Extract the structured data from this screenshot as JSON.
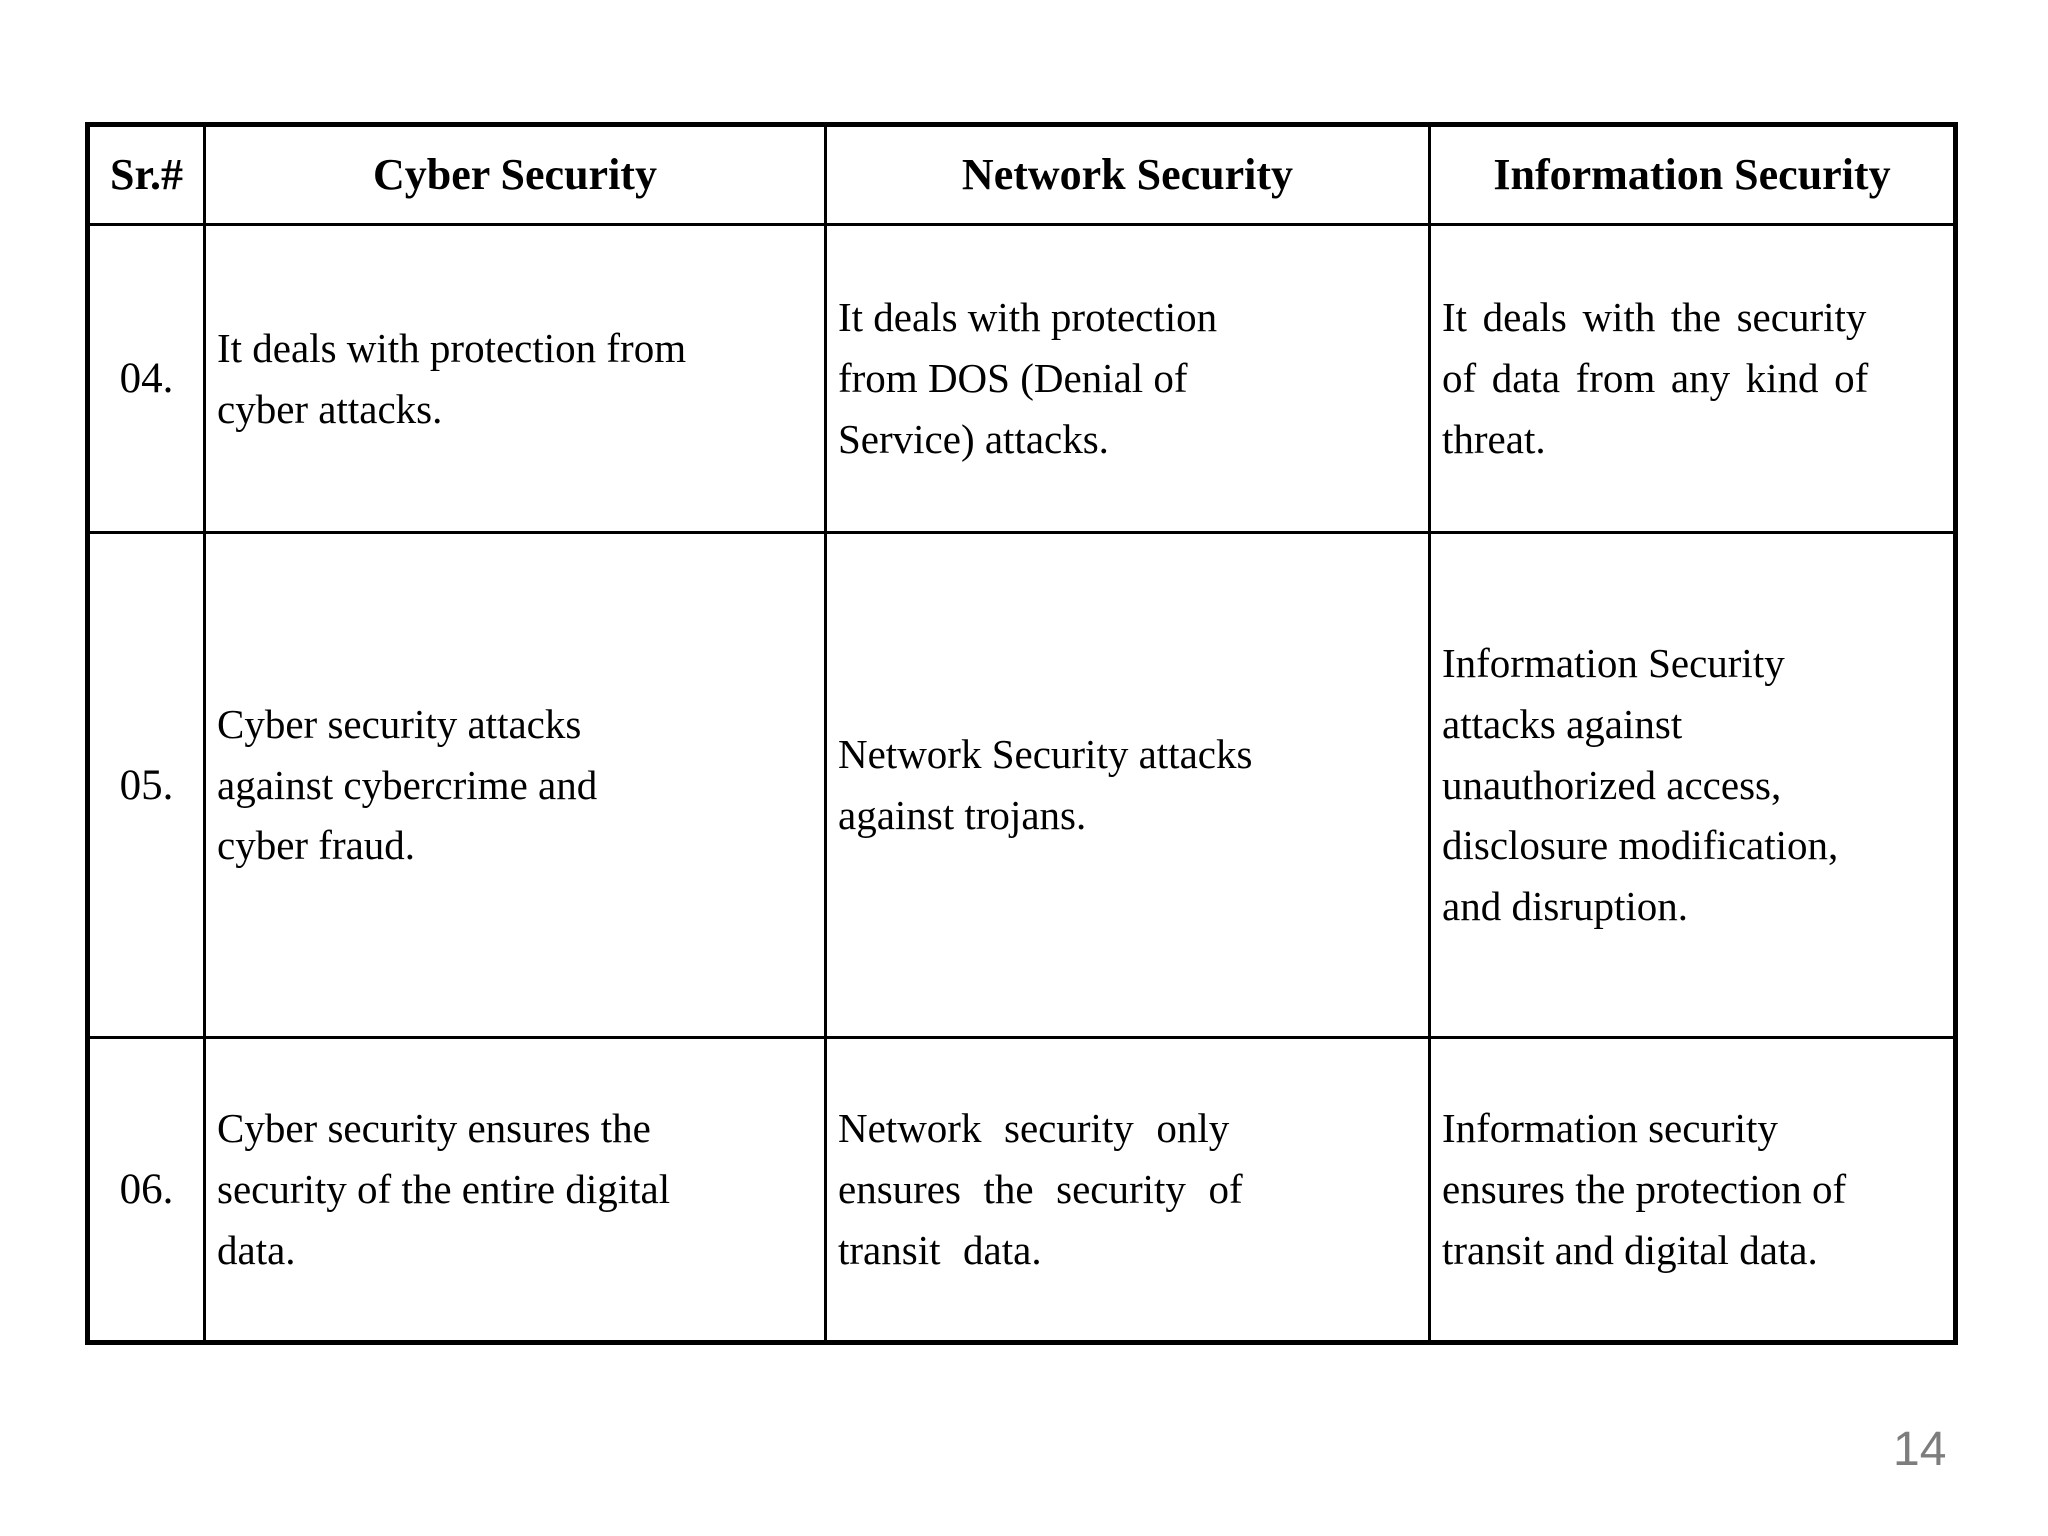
{
  "table": {
    "headers": [
      "Sr.#",
      "Cyber Security",
      "Network Security",
      "Information Security"
    ],
    "rows": [
      {
        "sr": "04.",
        "cyber": "It deals with protection from\ncyber attacks.",
        "network": "It deals with protection\nfrom DOS (Denial of\nService) attacks.",
        "info": "It deals with the security\nof data from any kind of\nthreat."
      },
      {
        "sr": "05.",
        "cyber": "Cyber security attacks\nagainst cybercrime and\ncyber fraud.",
        "network": "Network Security attacks\nagainst trojans.",
        "info": "Information Security\nattacks against\nunauthorized access,\ndisclosure modification,\nand disruption."
      },
      {
        "sr": "06.",
        "cyber": "Cyber security ensures the\nsecurity of the entire digital\ndata.",
        "network": "Network security only\nensures the security of\ntransit data.",
        "info": "Information security\nensures the protection of\ntransit and digital data."
      }
    ]
  },
  "footer": {
    "page_number": "14"
  },
  "colors": {
    "background": "#ffffff",
    "text": "#000000",
    "border": "#000000",
    "page_number": "#7d7d7d"
  }
}
